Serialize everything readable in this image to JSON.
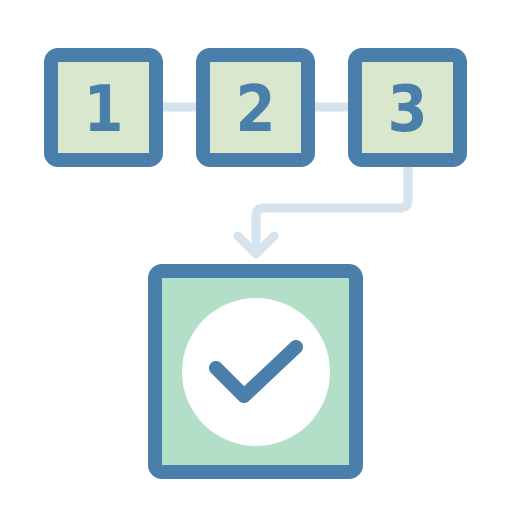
{
  "steps": [
    {
      "number": "1"
    },
    {
      "number": "2"
    },
    {
      "number": "3"
    }
  ],
  "result": {
    "icon": "checkmark-icon"
  },
  "colors": {
    "border": "#4a7eab",
    "step_fill": "#d9e7cc",
    "result_fill": "#b3dfc9",
    "connector": "#d6e3ec",
    "check_circle": "#ffffff",
    "check_mark": "#4a7eab"
  }
}
